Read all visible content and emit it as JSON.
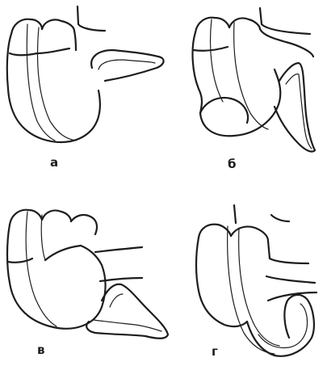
{
  "panels": [
    {
      "id": "a",
      "label": "а"
    },
    {
      "id": "b",
      "label": "б"
    },
    {
      "id": "v",
      "label": "в"
    },
    {
      "id": "g",
      "label": "г"
    }
  ],
  "colors": {
    "ink": "#1d1d1d",
    "background": "#ffffff"
  }
}
